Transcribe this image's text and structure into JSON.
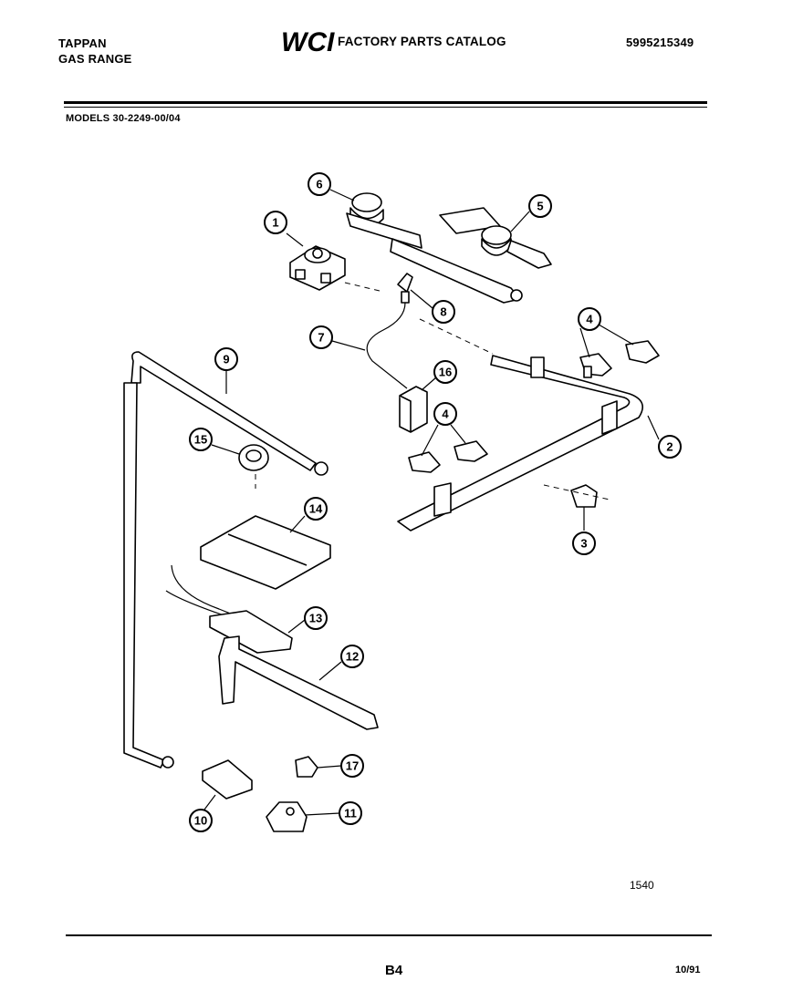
{
  "header": {
    "brand_line1": "TAPPAN",
    "brand_line2": "GAS RANGE",
    "logo_text": "WCI",
    "catalog_title": "FACTORY PARTS CATALOG",
    "catalog_number": "5995215349"
  },
  "models_line": "MODELS 30-2249-00/04",
  "callouts": [
    "1",
    "2",
    "3",
    "4",
    "4",
    "5",
    "6",
    "7",
    "8",
    "9",
    "10",
    "11",
    "12",
    "13",
    "14",
    "15",
    "16",
    "17"
  ],
  "figure_number": "1540",
  "footer": {
    "page_ref": "B4",
    "date": "10/91"
  }
}
